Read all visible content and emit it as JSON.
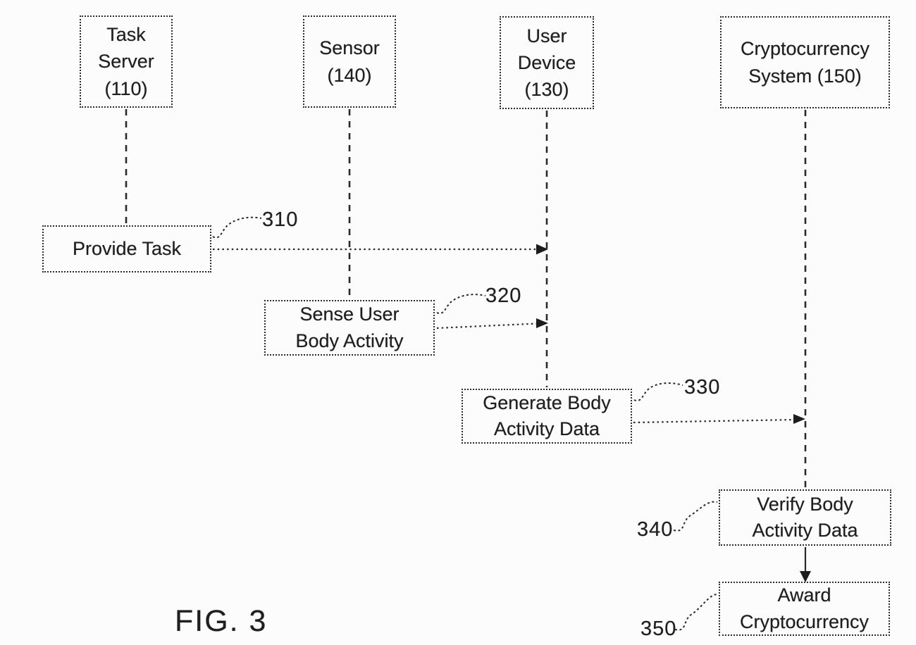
{
  "figure": {
    "label": "FIG. 3",
    "type": "sequence-diagram",
    "ink_color": "#1f1f1f",
    "background_color": "#fcfcfc"
  },
  "diagram": {
    "actors": [
      {
        "id": "task-server",
        "lines": [
          "Task",
          "Server",
          "(110)"
        ]
      },
      {
        "id": "sensor",
        "lines": [
          "Sensor",
          "(140)"
        ]
      },
      {
        "id": "user-device",
        "lines": [
          "User",
          "Device",
          "(130)"
        ]
      },
      {
        "id": "cryptocurrency-system",
        "lines": [
          "Cryptocurrency",
          "System (150)"
        ]
      }
    ],
    "steps": [
      {
        "ref": "310",
        "lines": [
          "Provide Task"
        ],
        "from": "task-server",
        "to": "user-device"
      },
      {
        "ref": "320",
        "lines": [
          "Sense User",
          "Body Activity"
        ],
        "from": "sensor",
        "to": "user-device"
      },
      {
        "ref": "330",
        "lines": [
          "Generate Body",
          "Activity Data"
        ],
        "from": "user-device",
        "to": "cryptocurrency-system"
      },
      {
        "ref": "340",
        "lines": [
          "Verify Body",
          "Activity Data"
        ],
        "on": "cryptocurrency-system"
      },
      {
        "ref": "350",
        "lines": [
          "Award",
          "Cryptocurrency"
        ],
        "on": "cryptocurrency-system"
      }
    ]
  }
}
